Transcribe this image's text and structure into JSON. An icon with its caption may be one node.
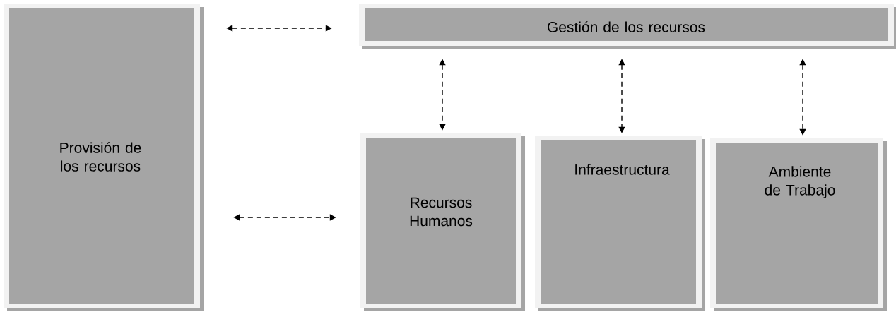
{
  "diagram": {
    "nodes": [
      {
        "text": [
          "Provisión de los recursos"
        ]
      },
      {
        "text": [
          "Gestión de los recursos"
        ]
      },
      {
        "text": [
          "Recursos Humanos"
        ]
      },
      {
        "text": [
          "Infraestructura"
        ]
      },
      {
        "text": [
          "Ambiente de Trabajo"
        ]
      }
    ],
    "edges": [
      {
        "from": 0,
        "to": 1,
        "arrow": "both",
        "style": "dashed"
      },
      {
        "from": 0,
        "to": 2,
        "arrow": "both",
        "style": "dashed"
      },
      {
        "from": 1,
        "to": 2,
        "arrow": "both",
        "style": "dashed"
      },
      {
        "from": 1,
        "to": 3,
        "arrow": "both",
        "style": "dashed"
      },
      {
        "from": 1,
        "to": 4,
        "arrow": "both",
        "style": "dashed"
      }
    ]
  }
}
